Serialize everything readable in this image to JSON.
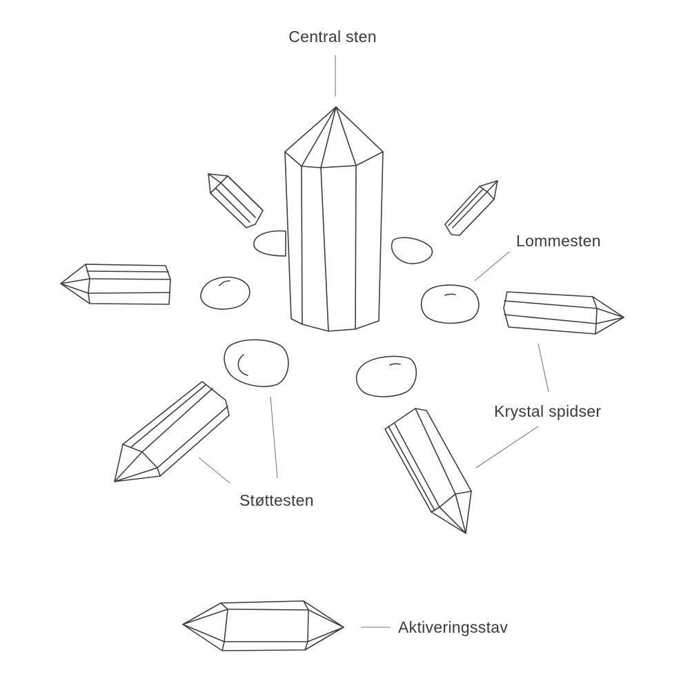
{
  "labels": {
    "central": "Central sten",
    "pocket": "Lommesten",
    "points": "Krystal spidser",
    "support": "Støttesten",
    "wand": "Aktiveringsstav"
  },
  "colors": {
    "ink": "#3d3d3d",
    "text": "#3a3a3a",
    "leader": "#7a7a7a",
    "background": "#ffffff"
  }
}
